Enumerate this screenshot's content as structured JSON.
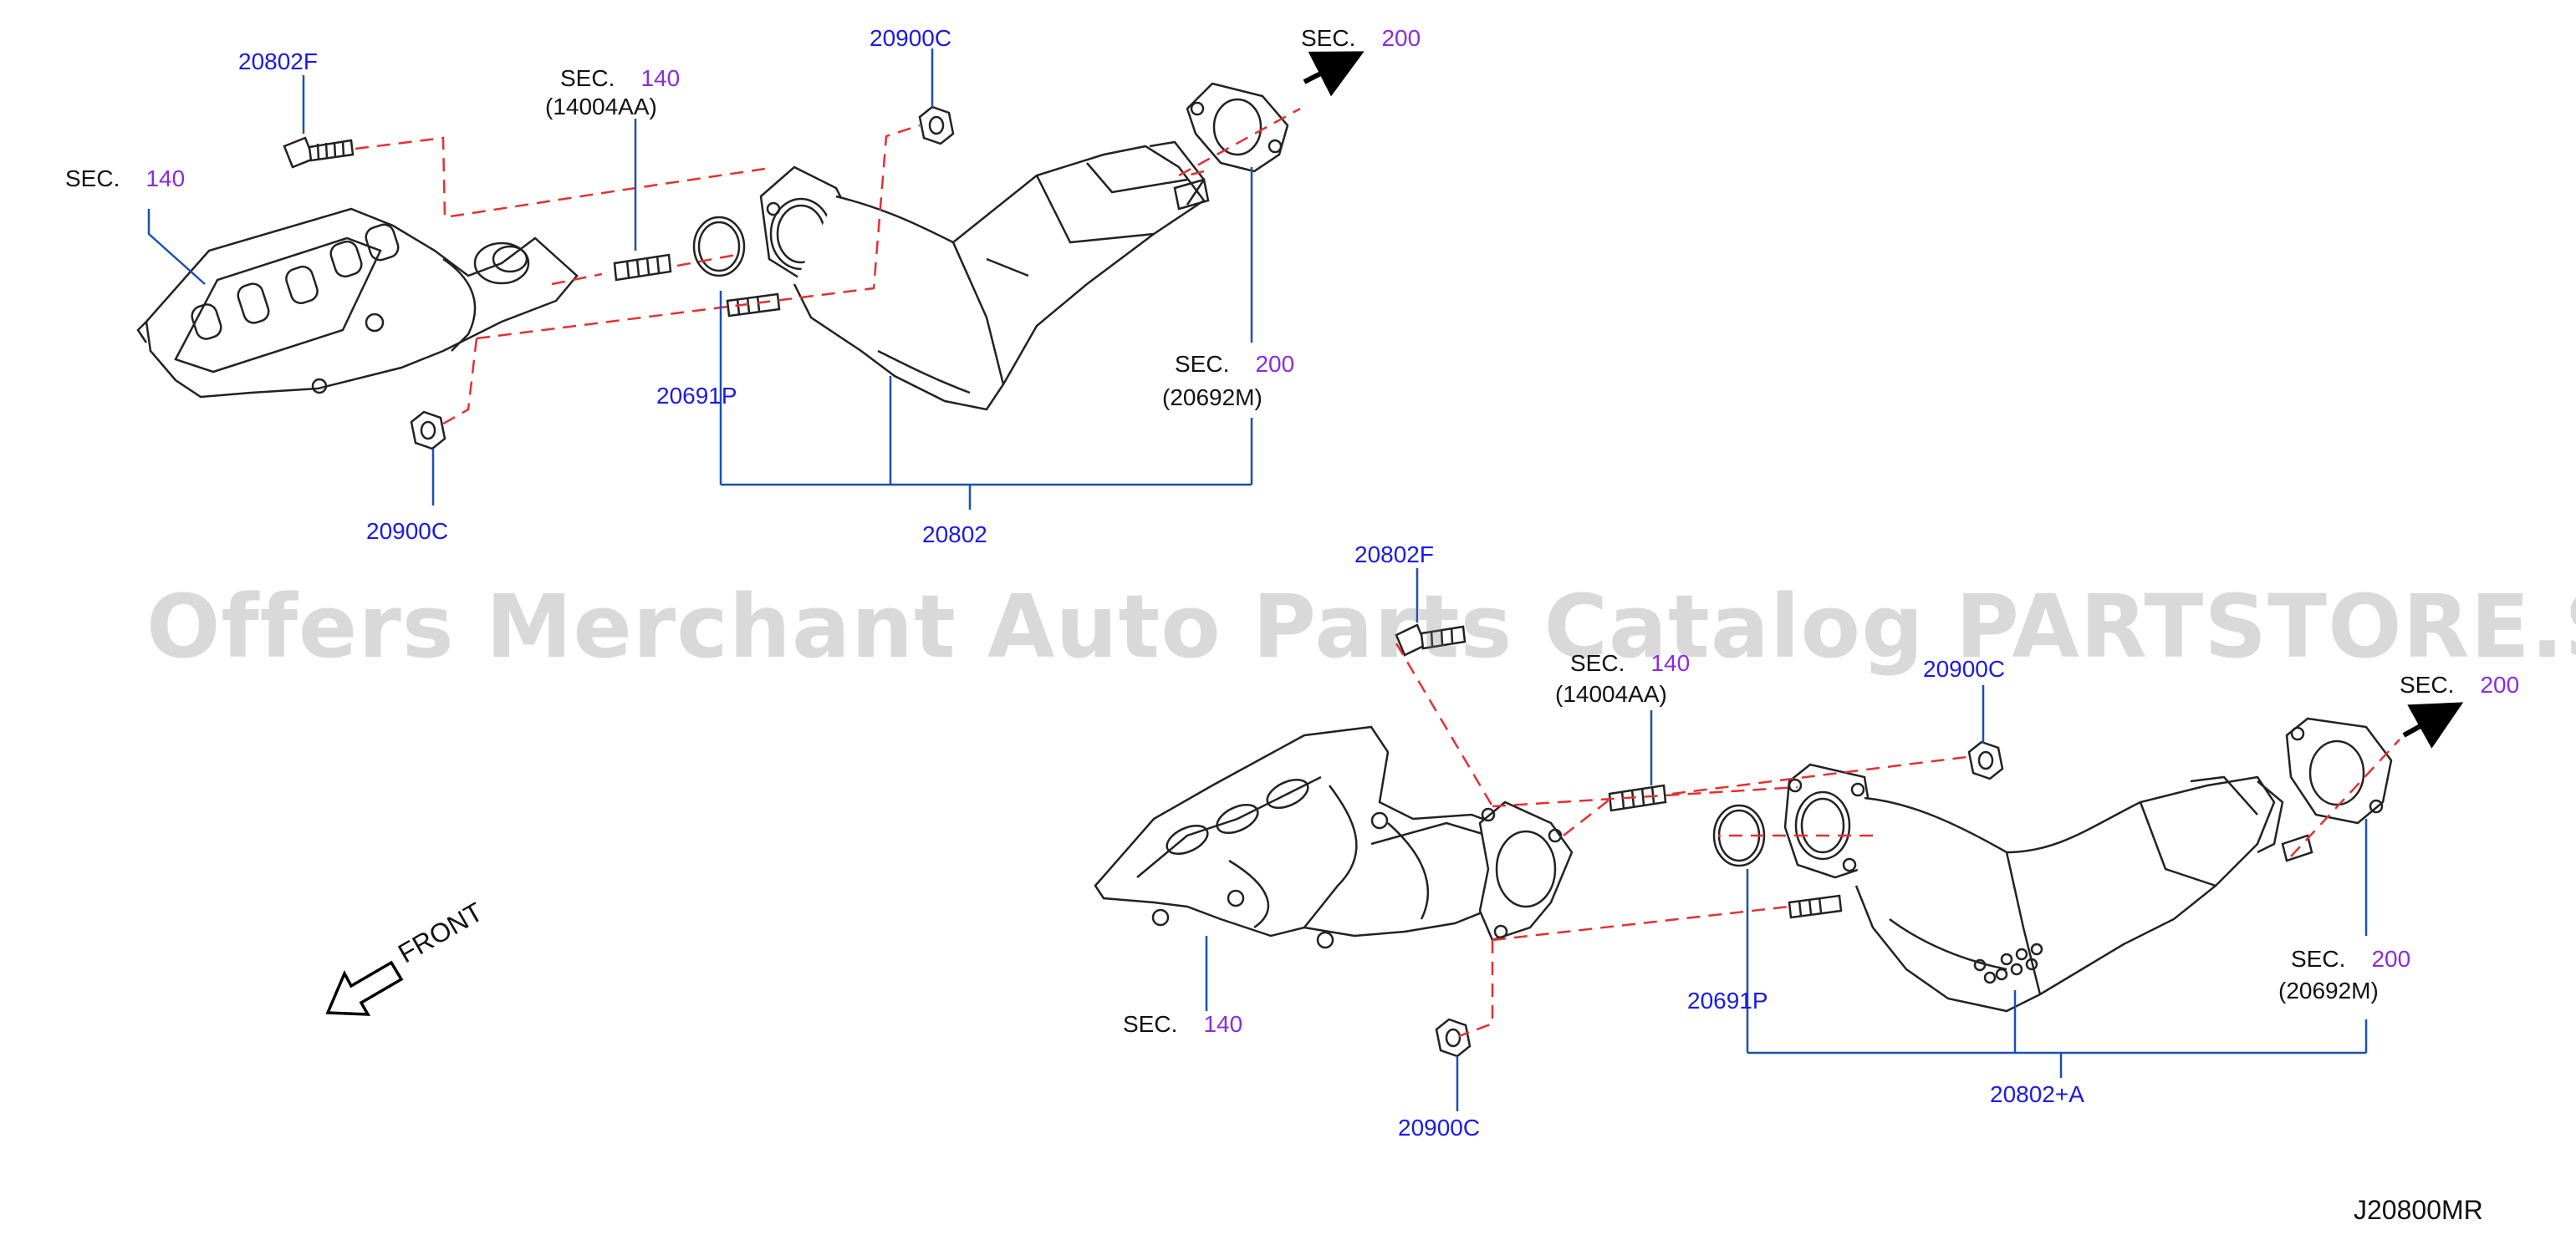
{
  "upper": {
    "bolt_label": "20802F",
    "sec_left": {
      "word": "SEC.",
      "num": "140"
    },
    "sec_stud": {
      "word": "SEC.",
      "num": "140",
      "sub": "(14004AA)"
    },
    "nut_top_label": "20900C",
    "sec_exit": {
      "word": "SEC.",
      "num": "200"
    },
    "sec_gasket": {
      "word": "SEC.",
      "num": "200",
      "sub": "(20692M)"
    },
    "ring_label": "20691P",
    "nut_bottom_label": "20900C",
    "assembly_label": "20802"
  },
  "lower": {
    "bolt_label": "20802F",
    "sec_stud": {
      "word": "SEC.",
      "num": "140",
      "sub": "(14004AA)"
    },
    "nut_top_label": "20900C",
    "sec_exit": {
      "word": "SEC.",
      "num": "200"
    },
    "sec_gasket": {
      "word": "SEC.",
      "num": "200",
      "sub": "(20692M)"
    },
    "sec_manifold": {
      "word": "SEC.",
      "num": "140"
    },
    "ring_label": "20691P",
    "nut_bottom_label": "20900C",
    "assembly_label": "20802+A"
  },
  "front_label": "FRONT",
  "diagram_code": "J20800MR",
  "watermark": "Offers Merchant Auto Parts Catalog PARTSTORE.SA",
  "colors": {
    "part_number": "#1a1ae6",
    "section_number": "#8a2be2",
    "dashed_line": "#e53030",
    "leader": "#1a4fb5"
  }
}
